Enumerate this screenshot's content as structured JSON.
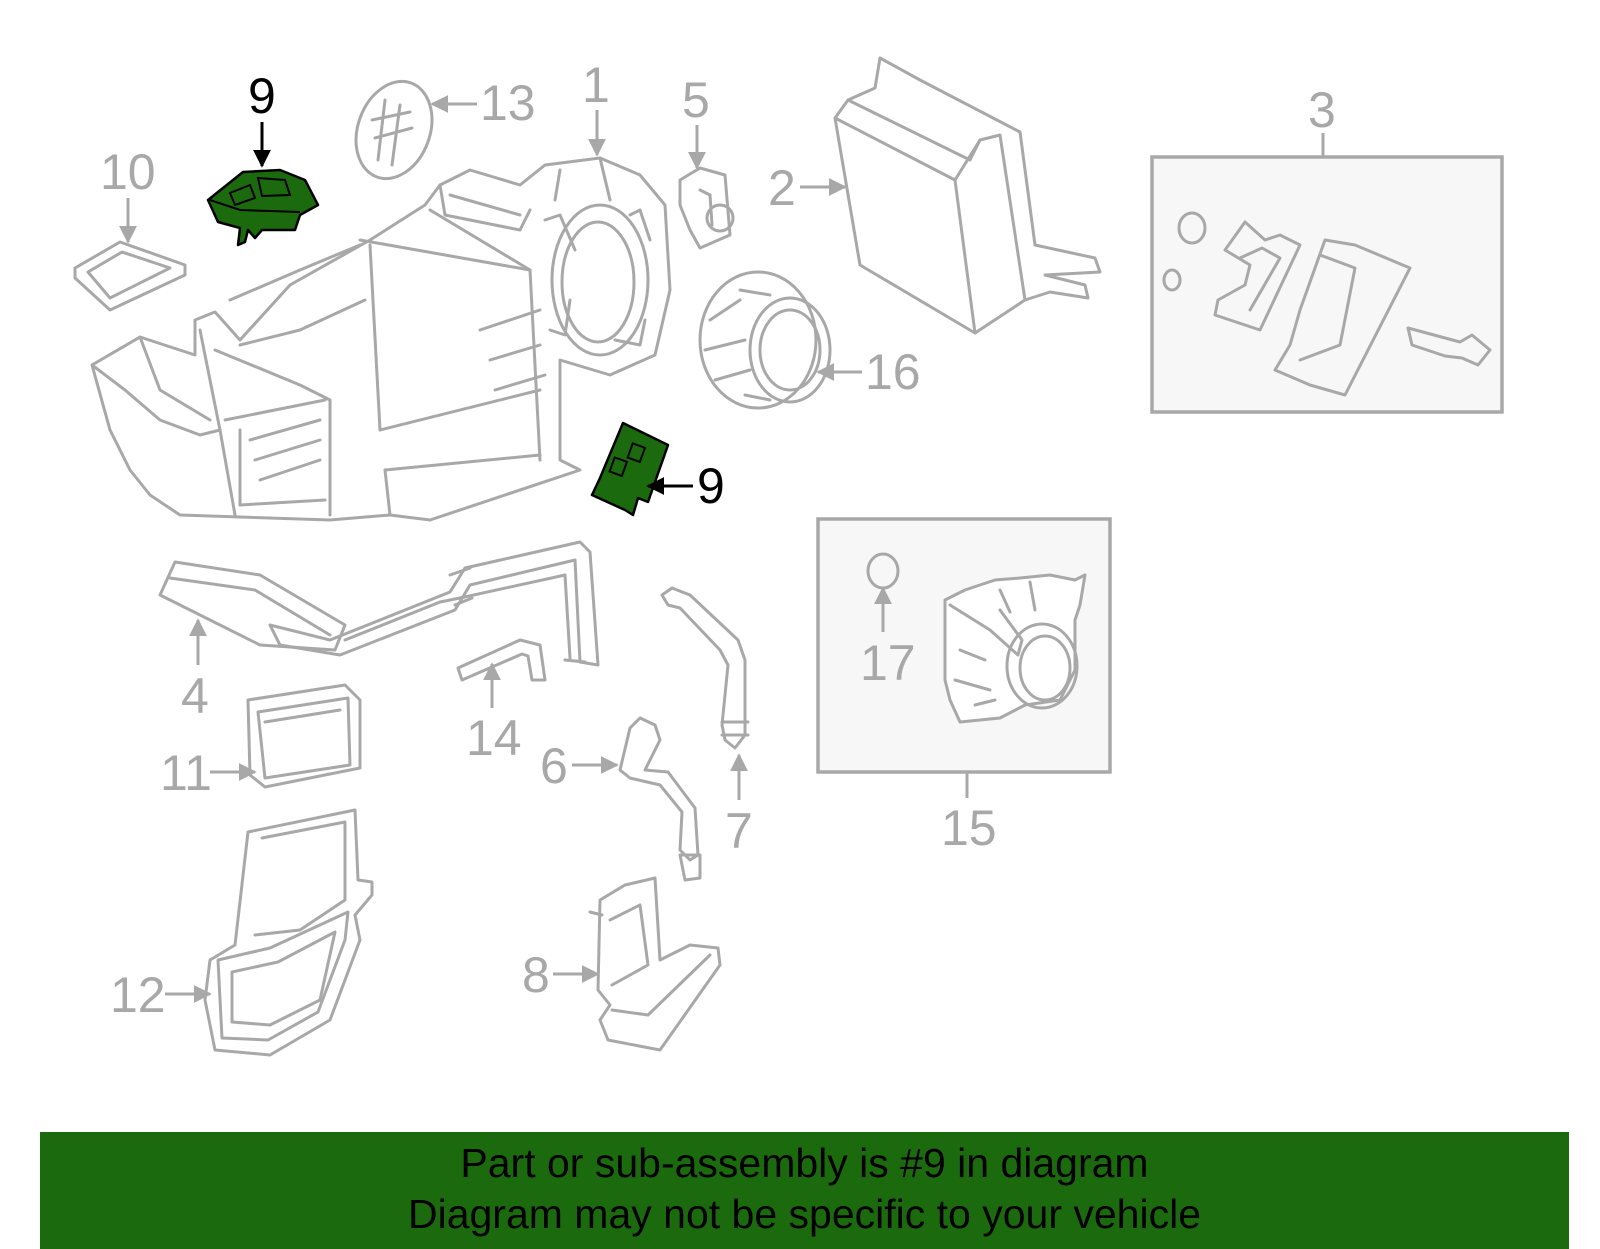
{
  "callouts": {
    "c1": "1",
    "c2": "2",
    "c3": "3",
    "c4": "4",
    "c5": "5",
    "c6": "6",
    "c7": "7",
    "c8": "8",
    "c9a": "9",
    "c9b": "9",
    "c10": "10",
    "c11": "11",
    "c12": "12",
    "c13": "13",
    "c14": "14",
    "c15": "15",
    "c16": "16",
    "c17": "17"
  },
  "highlight": {
    "part_number": "9",
    "color": "#1b6b0e"
  },
  "banner": {
    "line1": "Part or sub-assembly is #9 in diagram",
    "line2": "Diagram may not be specific to your vehicle",
    "background": "#1b6b0e"
  }
}
